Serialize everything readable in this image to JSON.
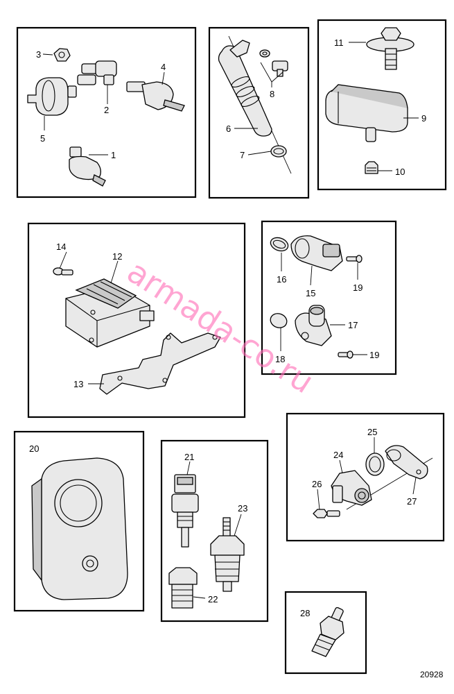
{
  "drawing_number": "20928",
  "watermark": "armada-co.ru",
  "labels": {
    "p1": "1",
    "p2": "2",
    "p3": "3",
    "p4": "4",
    "p5": "5",
    "p6": "6",
    "p7": "7",
    "p8": "8",
    "p9": "9",
    "p10": "10",
    "p11": "11",
    "p12": "12",
    "p13": "13",
    "p14": "14",
    "p15": "15",
    "p16": "16",
    "p17": "17",
    "p18": "18",
    "p19a": "19",
    "p19b": "19",
    "p20": "20",
    "p21": "21",
    "p22": "22",
    "p23": "23",
    "p24": "24",
    "p25": "25",
    "p26": "26",
    "p27": "27",
    "p28": "28"
  }
}
